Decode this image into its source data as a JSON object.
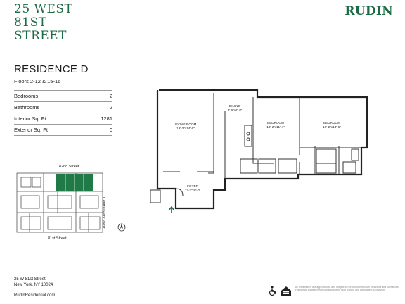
{
  "building": {
    "name": "25 WEST\n81ST\nSTREET",
    "logo": "RUDIN"
  },
  "residence": {
    "title": "RESIDENCE D",
    "floors": "Floors 2-12 & 15-16"
  },
  "specs": [
    {
      "label": "Bedrooms",
      "value": "2"
    },
    {
      "label": "Bathrooms",
      "value": "2"
    },
    {
      "label": "Interior Sq. Ft",
      "value": "1281"
    },
    {
      "label": "Exterior Sq. Ft",
      "value": "0"
    }
  ],
  "keyplan": {
    "top_street": "82nd Street",
    "bottom_street": "81st Street",
    "side_street": "Central Park West",
    "compass": "N"
  },
  "rooms": {
    "living": {
      "name": "LIVING ROOM",
      "dims": "19'-3\"x14'-6\""
    },
    "dining": {
      "name": "DINING",
      "dims": "8'-6\"x7'-3\""
    },
    "bed1": {
      "name": "BEDROOM",
      "dims": "16'-2\"x11'-4\""
    },
    "bed2": {
      "name": "BEDROOM",
      "dims": "16'-2\"x13'-6\""
    },
    "foyer": {
      "name": "FOYER",
      "dims": "12-3\"x8'-0\""
    }
  },
  "address": "25 W 81st Street\nNew York, NY 10024",
  "website": "RudinResidential.com",
  "disclaimer": "All dimensions are approximate and subject to normal construction variances and tolerances. Plans may contain minor variations from floor to floor and are subject to revision.",
  "colors": {
    "brand": "#1d6b45",
    "highlight": "#1f7a47"
  }
}
